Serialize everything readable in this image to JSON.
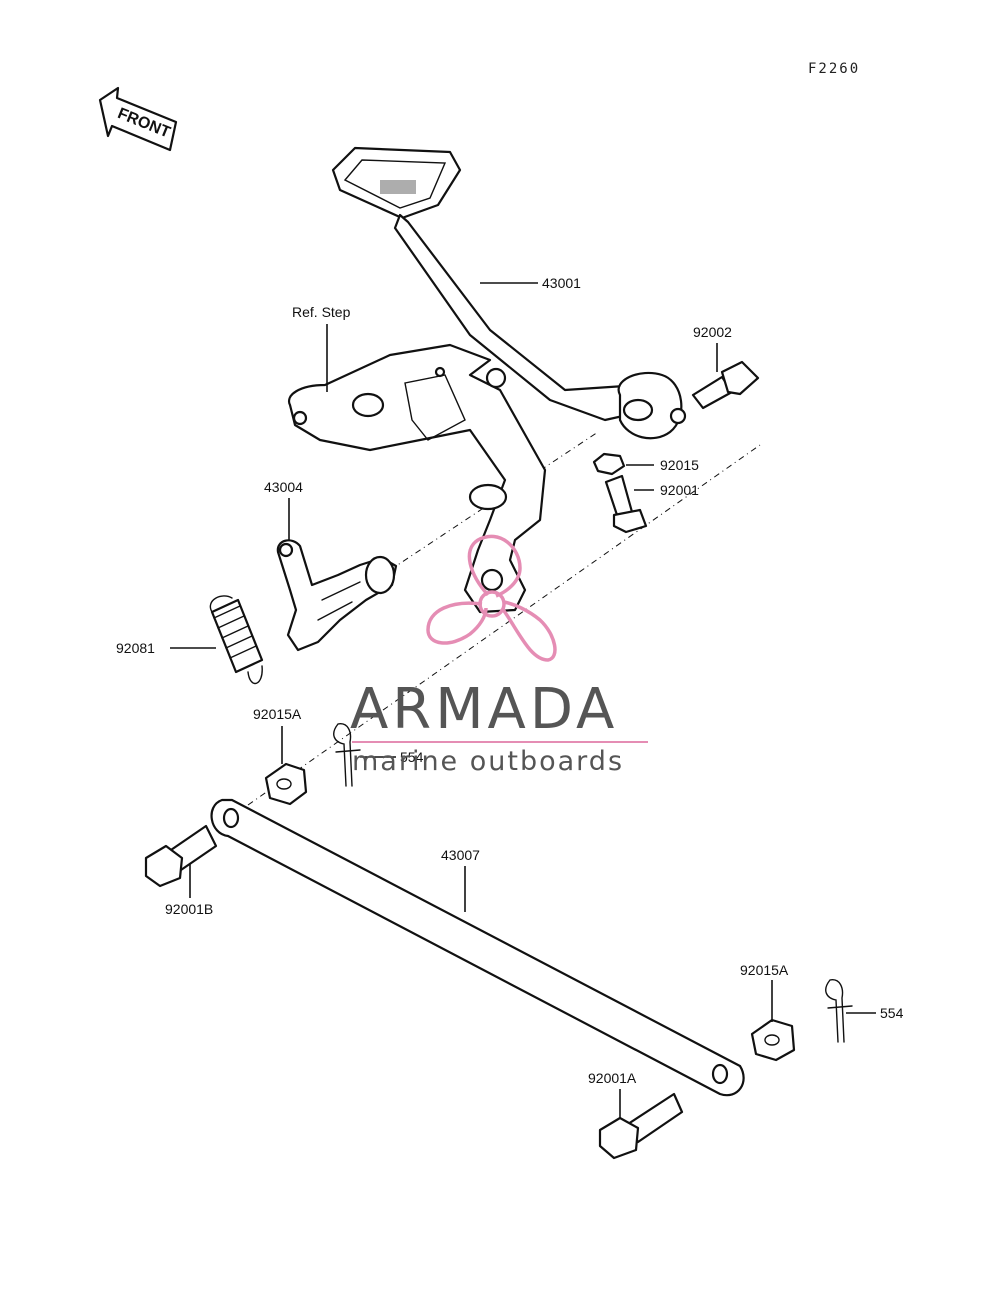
{
  "diagram": {
    "code": "F2260",
    "front_label": "FRONT"
  },
  "labels": {
    "p43001": "43001",
    "ref_step": "Ref. Step",
    "p92002": "92002",
    "p92015": "92015",
    "p92001": "92001",
    "p43004": "43004",
    "p92081": "92081",
    "p92015A_left": "92015A",
    "p554_left": "554",
    "p43007": "43007",
    "p92001B": "92001B",
    "p92015A_right": "92015A",
    "p554_right": "554",
    "p92001A": "92001A"
  },
  "watermark": {
    "brand": "ARMADA",
    "tagline": "marine outboards",
    "color": "#e58db4"
  }
}
